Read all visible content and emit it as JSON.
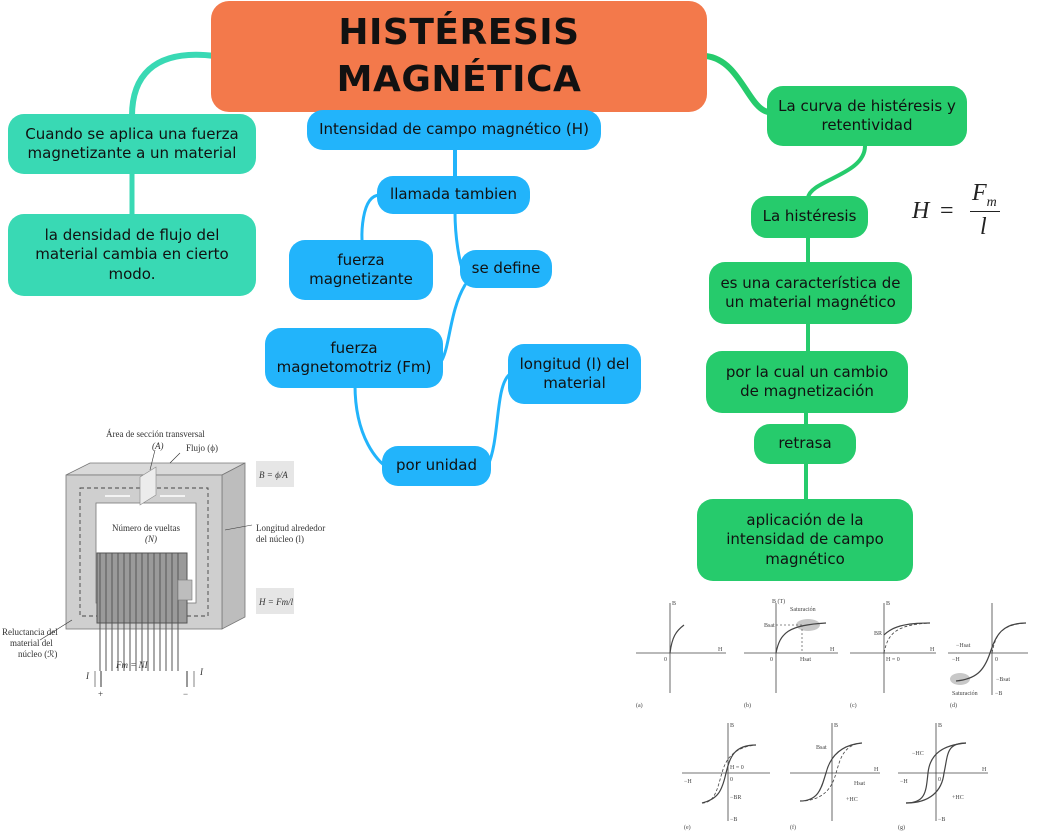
{
  "title": "HISTÉRESIS MAGNÉTICA",
  "left": {
    "n1": "Cuando se aplica una fuerza magnetizante a un material",
    "n2": "la densidad de flujo del material cambia en cierto modo."
  },
  "middle": {
    "n1": "Intensidad de campo magnético (H)",
    "n2": "llamada tambien",
    "n3": "fuerza magnetizante",
    "n4": "se define",
    "n5": "fuerza magnetomotriz (Fm)",
    "n6": "longitud (l) del material",
    "n7": "por unidad"
  },
  "right": {
    "n1": "La curva de histéresis y retentividad",
    "n2": "La histéresis",
    "n3": "es una característica de un material magnético",
    "n4": "por la cual un cambio de magnetización",
    "n5": "retrasa",
    "n6": "aplicación de la intensidad de campo magnético"
  },
  "formula": {
    "lhs": "H",
    "eq": "=",
    "num": "F",
    "num_sub": "m",
    "den": "l"
  },
  "core_figure": {
    "area_label": "Área de sección transversal",
    "area_symbol": "(A)",
    "flux_label": "Flujo (ϕ)",
    "b_formula": "B = ϕ/A",
    "turns_label": "Número de vueltas",
    "turns_symbol": "(N)",
    "length_label": "Longitud alrededor",
    "length_label2": "del núcleo (l)",
    "h_formula": "H = Fm/l",
    "reluct_label": "Reluctancia del",
    "reluct_label2": "material del",
    "reluct_label3": "núcleo (ℛ)",
    "fm_formula": "Fm = NI",
    "current": "I",
    "plus": "+",
    "minus": "−"
  },
  "curves_figure": {
    "axis_b": "B",
    "axis_h": "H",
    "axis_bt": "B (T)",
    "zero": "0",
    "neg_h": "−H",
    "neg_b": "−B",
    "saturacion": "Saturación",
    "bsat": "Bsat",
    "hsat": "Hsat",
    "br": "BR",
    "h0": "H = 0",
    "hc": "−HC",
    "hc_pos": "+HC",
    "neg_bsat": "−Bsat",
    "neg_br": "−BR",
    "neg_hsat": "−Hsat",
    "labels": [
      "(a)",
      "(b)",
      "(c)",
      "(d)",
      "(e)",
      "(f)",
      "(g)"
    ]
  },
  "colors": {
    "title": "#f3794b",
    "teal": "#39d9b4",
    "blue": "#22b4fb",
    "green": "#26cb6c"
  }
}
